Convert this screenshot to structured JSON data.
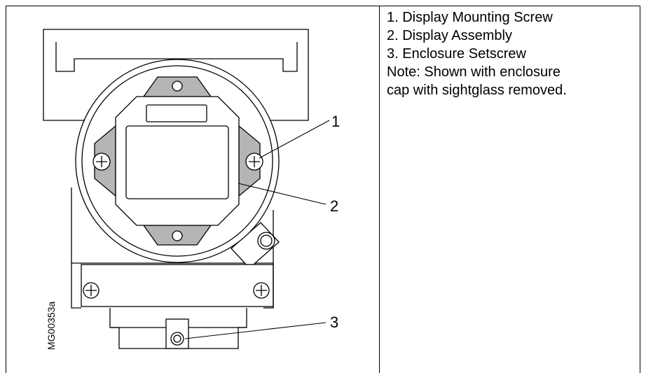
{
  "legend": {
    "items": [
      "1. Display Mounting Screw",
      "2. Display Assembly",
      "3. Enclosure Setscrew"
    ],
    "note_line1": "Note: Shown with enclosure",
    "note_line2": "cap with sightglass removed."
  },
  "callouts": {
    "c1": "1",
    "c2": "2",
    "c3": "3"
  },
  "figure_id": "MG00353a",
  "colors": {
    "line": "#000000",
    "fill_gray": "#b5b5b5",
    "background": "#ffffff"
  }
}
